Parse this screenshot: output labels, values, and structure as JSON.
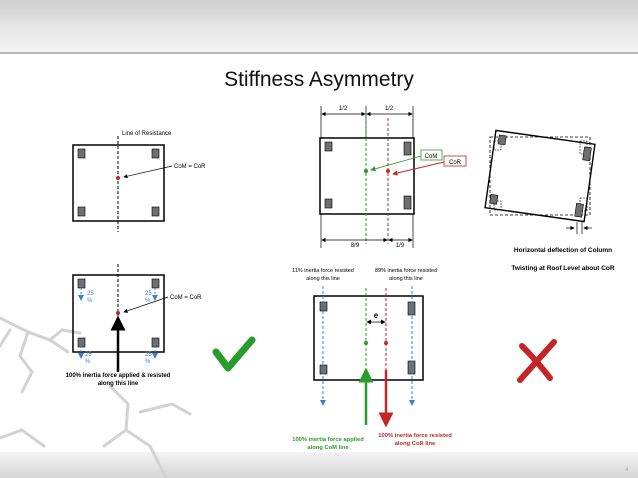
{
  "slide": {
    "title": "Stiffness Asymmetry",
    "page_number": "4"
  },
  "left_top": {
    "line_label": "Line of Resistance",
    "com_cor": "CoM = CoR"
  },
  "left_bottom": {
    "com_cor": "CoM = CoR",
    "pct_tl": "25",
    "pct_tr": "25",
    "pct_bl": "25",
    "pct_br": "25",
    "pct_sym": "%",
    "caption_line1": "100% inertia force applied & resisted",
    "caption_line2": "along this line"
  },
  "middle_top": {
    "dim_half_left": "1/2",
    "dim_half_right": "1/2",
    "com": "CoM",
    "cor": "CoR",
    "dim_8_9": "8/9",
    "dim_1_9": "1/9"
  },
  "middle_bottom": {
    "left_head1": "11% inertia force resisted",
    "left_head2": "along this line",
    "right_head1": "89% inertia force resisted",
    "right_head2": "along this line",
    "ecc": "e",
    "green_cap1": "100% inertia force applied",
    "green_cap2": "along CoM line",
    "red_cap1": "100% inertia force resisted",
    "red_cap2": "along CoR line"
  },
  "right": {
    "caption1": "Horizontal deflection of Column",
    "caption2": "Twisting at Roof Level about CoR"
  },
  "colors": {
    "green": "#2a9a2a",
    "red": "#c22626",
    "blue": "#3a7fd0",
    "column": "#6f6f6f"
  },
  "icons": {
    "check": "check-mark-icon",
    "cross": "cross-mark-icon",
    "crack": "wall-crack-graphic"
  }
}
